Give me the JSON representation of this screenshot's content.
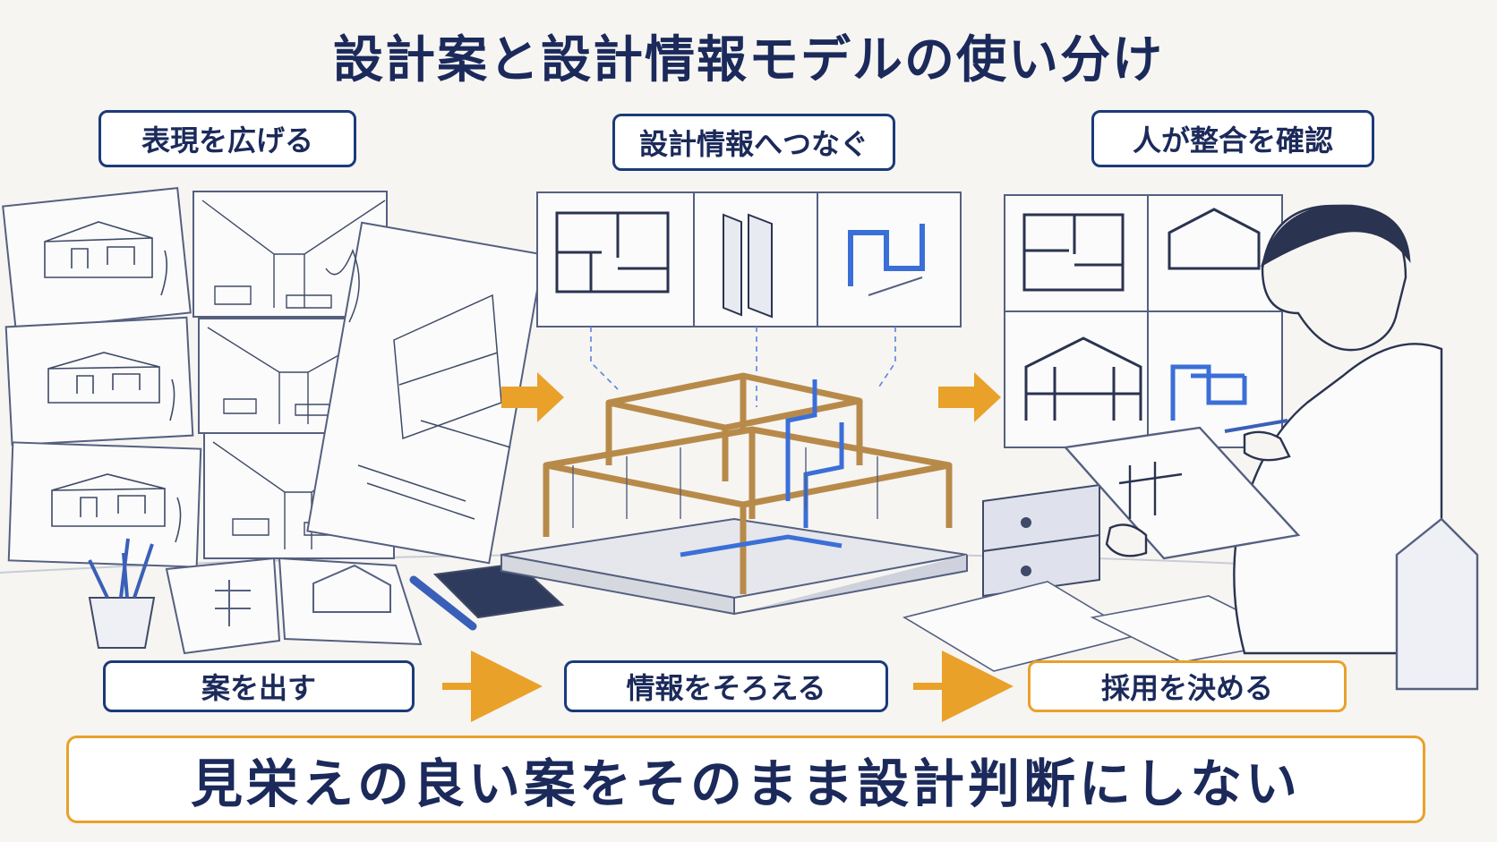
{
  "title": "設計案と設計情報モデルの使い分け",
  "top_steps": [
    "表現を広げる",
    "設計情報へつなぐ",
    "人が整合を確認"
  ],
  "bottom_steps": [
    "案を出す",
    "情報をそろえる",
    "採用を決める"
  ],
  "banner": "見栄えの良い案をそのまま設計判断にしない",
  "colors": {
    "navy": "#1b3a7a",
    "text": "#1b2a5a",
    "orange": "#e9a12a",
    "blueprint": "#3b6fd8",
    "sketch": "#556080"
  },
  "icons": [
    "house-sketch-icon",
    "interior-sketch-icon",
    "floor-plan-icon",
    "wall-section-icon",
    "pipe-3d-icon",
    "building-model-icon",
    "arrow-right-icon",
    "person-reviewing-icon",
    "binder-icon",
    "pencil-cup-icon",
    "open-book-icon",
    "pen-icon"
  ]
}
